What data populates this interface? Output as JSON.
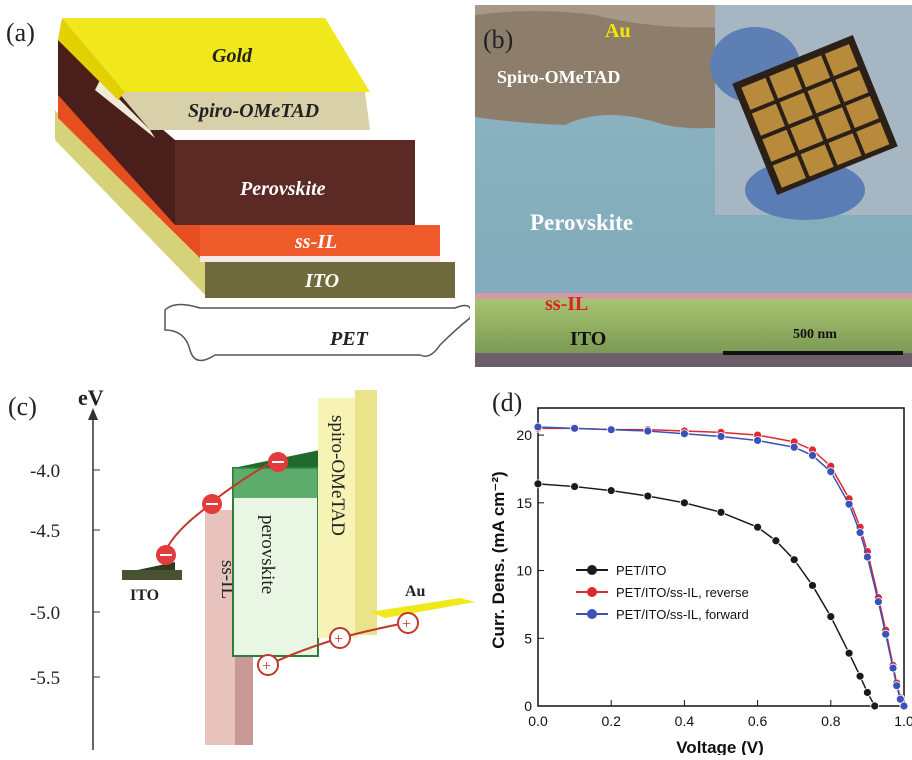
{
  "figure": {
    "panel_labels": [
      "(a)",
      "(b)",
      "(c)",
      "(d)"
    ]
  },
  "panel_a": {
    "layers": [
      "Gold",
      "Spiro-OMeTAD",
      "Perovskite",
      "ss-IL",
      "ITO",
      "PET"
    ]
  },
  "panel_b": {
    "labels": {
      "au": "Au",
      "spiro": "Spiro-OMeTAD",
      "perovskite": "Perovskite",
      "ssil": "ss-IL",
      "ito": "ITO"
    },
    "scale_bar": "500 nm"
  },
  "panel_c": {
    "axis_unit": "eV",
    "ticks": [
      "-4.0",
      "-4.5",
      "-5.0",
      "-5.5"
    ],
    "labels": {
      "ito": "ITO",
      "ssil": "ss-IL",
      "perovskite": "perovskite",
      "spiro": "spiro-OMeTAD",
      "au": "Au"
    },
    "colors": {
      "ito": "#3e4a2a",
      "ssil": "#e9b9b4",
      "perovskite": "#2f7d3c",
      "spiro": "#f4f1a8",
      "au": "#f1e81c"
    }
  },
  "chart_data": {
    "type": "line",
    "xlabel": "Voltage (V)",
    "ylabel": "Curr. Dens. (mA cm⁻²)",
    "xlim": [
      0.0,
      1.0
    ],
    "ylim": [
      0,
      22
    ],
    "xticks": [
      "0.0",
      "0.2",
      "0.4",
      "0.6",
      "0.8",
      "1.0"
    ],
    "yticks": [
      "0",
      "5",
      "10",
      "15",
      "20"
    ],
    "legend_position": "bottom-left",
    "series": [
      {
        "name": "PET/ITO",
        "color": "#1a1a1a",
        "x": [
          0.0,
          0.1,
          0.2,
          0.3,
          0.4,
          0.5,
          0.6,
          0.65,
          0.7,
          0.75,
          0.8,
          0.85,
          0.88,
          0.9,
          0.92
        ],
        "y": [
          16.4,
          16.2,
          15.9,
          15.5,
          15.0,
          14.3,
          13.2,
          12.2,
          10.8,
          8.9,
          6.6,
          3.9,
          2.2,
          1.0,
          0.0
        ]
      },
      {
        "name": "PET/ITO/ss-IL, reverse",
        "color": "#e0282e",
        "x": [
          0.0,
          0.1,
          0.2,
          0.3,
          0.4,
          0.5,
          0.6,
          0.7,
          0.75,
          0.8,
          0.85,
          0.88,
          0.9,
          0.93,
          0.95,
          0.97,
          0.98,
          0.99,
          1.0
        ],
        "y": [
          20.5,
          20.5,
          20.4,
          20.4,
          20.3,
          20.2,
          20.0,
          19.5,
          18.9,
          17.7,
          15.3,
          13.2,
          11.4,
          8.0,
          5.6,
          3.0,
          1.7,
          0.6,
          0.0
        ]
      },
      {
        "name": "PET/ITO/ss-IL, forward",
        "color": "#3a52b8",
        "x": [
          0.0,
          0.1,
          0.2,
          0.3,
          0.4,
          0.5,
          0.6,
          0.7,
          0.75,
          0.8,
          0.85,
          0.88,
          0.9,
          0.93,
          0.95,
          0.97,
          0.98,
          0.99,
          1.0
        ],
        "y": [
          20.6,
          20.5,
          20.4,
          20.3,
          20.1,
          19.9,
          19.6,
          19.1,
          18.5,
          17.3,
          14.9,
          12.8,
          11.0,
          7.7,
          5.3,
          2.8,
          1.5,
          0.5,
          0.0
        ]
      }
    ]
  }
}
